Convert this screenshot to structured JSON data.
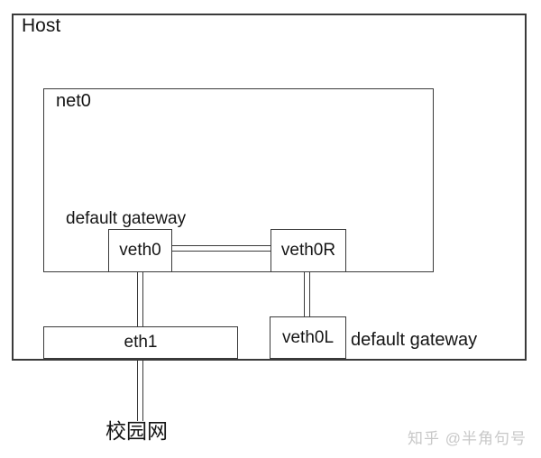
{
  "page": {
    "background": "#ffffff",
    "line_color": "#3a3a3a",
    "text_color": "#151515"
  },
  "host": {
    "label": "Host"
  },
  "net0": {
    "label": "net0"
  },
  "nodes": {
    "veth0": {
      "label": "veth0"
    },
    "veth0R": {
      "label": "veth0R"
    },
    "veth0L": {
      "label": "veth0L"
    },
    "eth1": {
      "label": "eth1"
    }
  },
  "annotations": {
    "gateway_top": "default gateway",
    "gateway_bottom": "default gateway",
    "campus_network": "校园网"
  },
  "links": {
    "veth0_veth0R": "veth-pair veth0–veth0R",
    "veth0_eth1": "veth0–eth1",
    "veth0R_veth0L": "veth0R–veth0L",
    "eth1_campus": "eth1–campus-network"
  },
  "watermark": {
    "text": "知乎 @半角句号",
    "color": "#c8c8c8"
  }
}
